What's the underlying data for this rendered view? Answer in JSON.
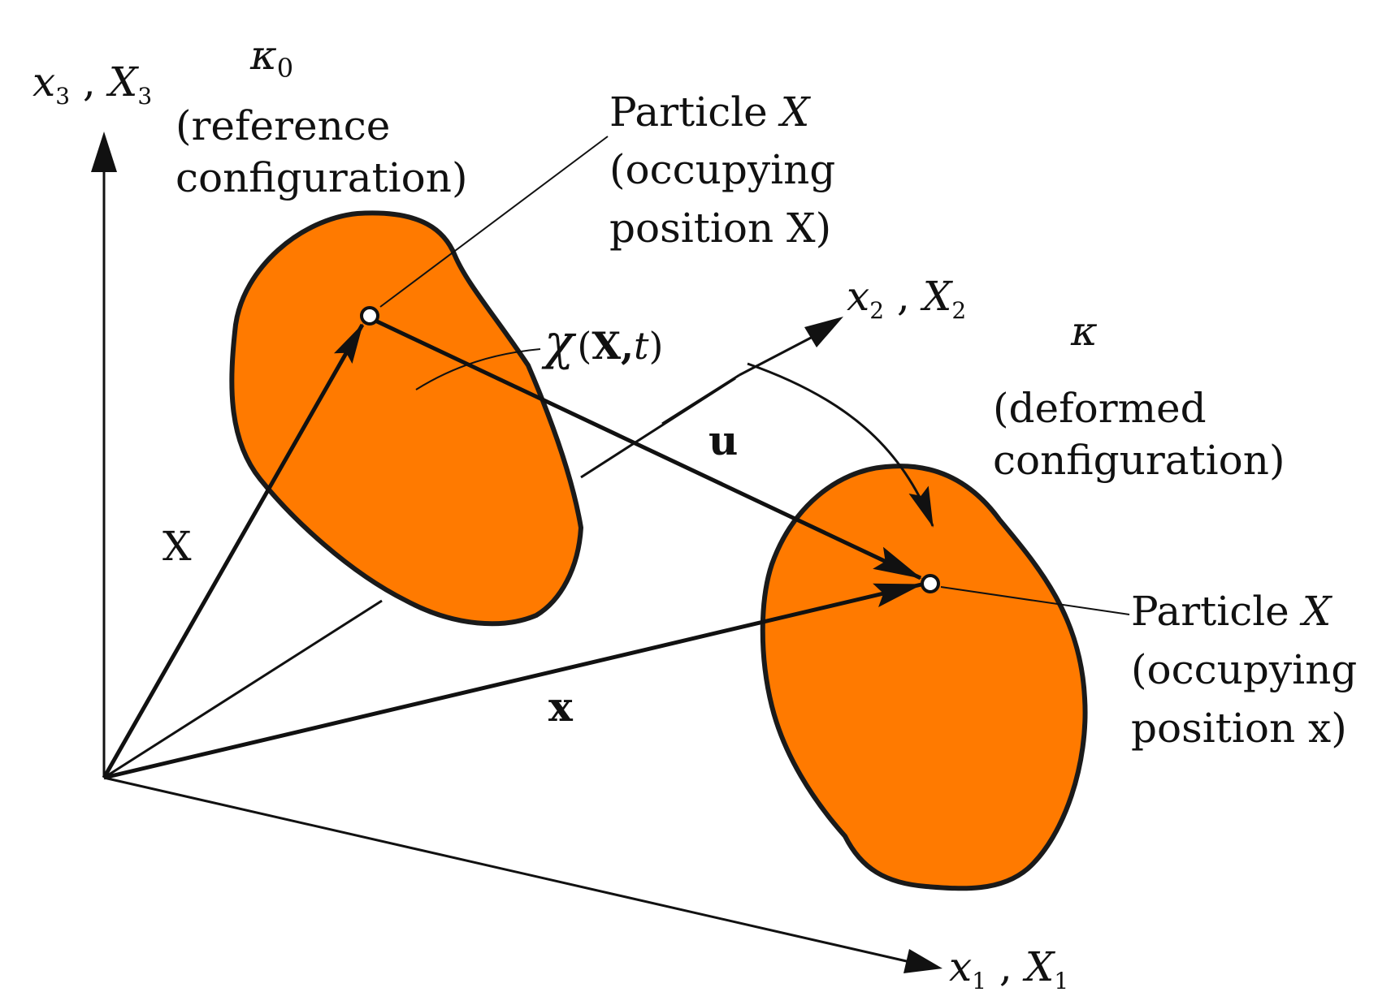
{
  "axes": {
    "x3": {
      "sym": "x",
      "sub": "3",
      "cap": "X",
      "capsub": "3"
    },
    "x2": {
      "sym": "x",
      "sub": "2",
      "cap": "X",
      "capsub": "2"
    },
    "x1": {
      "sym": "x",
      "sub": "1",
      "cap": "X",
      "capsub": "1"
    }
  },
  "reference": {
    "symbol": "κ",
    "symbol_sub": "0",
    "line1": "(reference",
    "line2": "configuration)"
  },
  "deformed": {
    "symbol": "κ",
    "line1": "(deformed",
    "line2": "configuration)"
  },
  "particle_ref": {
    "word": "Particle",
    "name": "X",
    "line2": "(occupying",
    "line3": "position X)"
  },
  "particle_def": {
    "word": "Particle",
    "name": "X",
    "line2": "(occupying",
    "line3": "position x)"
  },
  "mapping": {
    "chi": "χ",
    "open": "(",
    "X": "X",
    "comma": ",",
    "t": "t",
    "close": ")"
  },
  "vectors": {
    "X_label": "X",
    "x_label": "x",
    "u_label": "u"
  },
  "colors": {
    "body_fill": "#ff7a00",
    "stroke": "#111111"
  }
}
